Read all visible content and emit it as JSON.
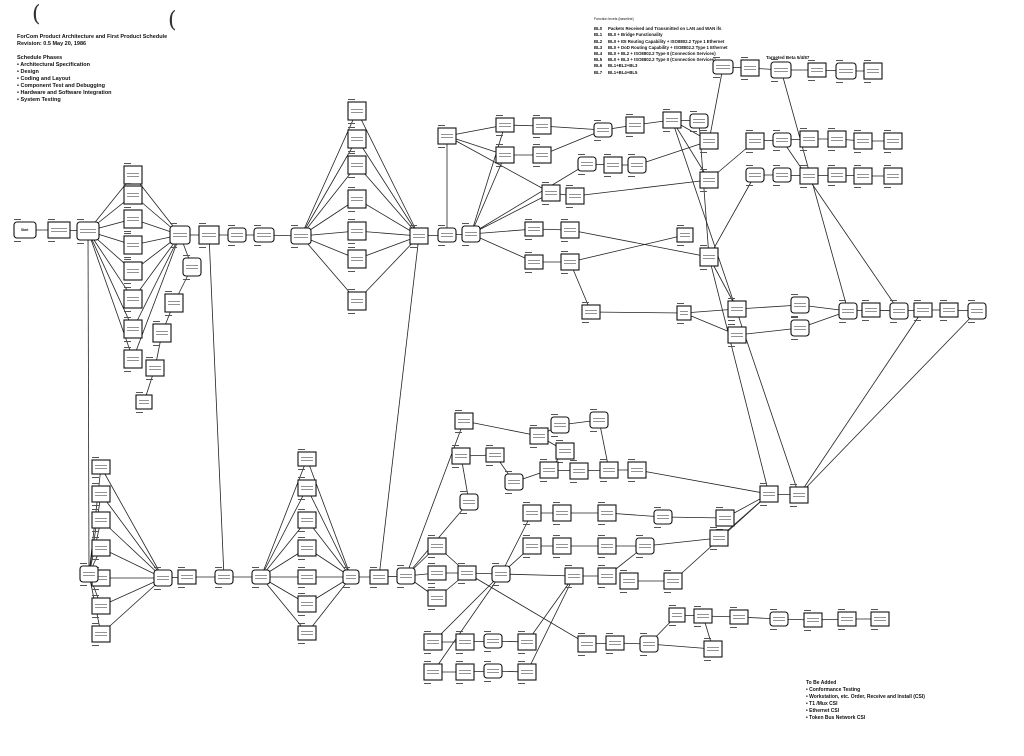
{
  "header": {
    "title": "ForCom Product Architecture and First Product Schedule",
    "revision": "Revision: 0.5 May 20, 1986",
    "phases_heading": "Schedule Phases",
    "phases": [
      "Architectural Specification",
      "Design",
      "Coding and Layout",
      "Component Test and Debugging",
      "Hardware and Software Integration",
      "System Testing"
    ]
  },
  "legend": {
    "heading": "Function levels (baseline)",
    "items": [
      {
        "code": "BL0",
        "text": "Packets Received and Transmitted on LAN and WAN ifs"
      },
      {
        "code": "BL1",
        "text": "BL0 + Bridge Functionality"
      },
      {
        "code": "BL2",
        "text": "BL0 + IDI Routing Capability + ISO8802.2 Type 1 Ethernet"
      },
      {
        "code": "BL3",
        "text": "BL0 + DoD Routing Capability + ISO8802.2 Type 1 Ethernet"
      },
      {
        "code": "BL4",
        "text": "BL0 + BL2 + ISO8802.2 Type II (Connection Services)"
      },
      {
        "code": "BL5",
        "text": "BL0 + BL3 + ISO8802.2 Type II (Connection Services)"
      },
      {
        "code": "BL6",
        "text": "BL1+BL2+BL3"
      },
      {
        "code": "BL7",
        "text": "BL1+BL4+BL5"
      }
    ]
  },
  "milestone": {
    "targeted_beta": "Targeted Beta 5/4/87"
  },
  "nodes": {
    "start": "Start"
  },
  "to_be_added": {
    "heading": "To Be Added",
    "items": [
      "Conformance Testing",
      "Workstation, etc. Order, Receive and Install (CSI)",
      "T1 /Mux CSI",
      "Ethernet CSI",
      "Token Bus Network CSI"
    ]
  }
}
